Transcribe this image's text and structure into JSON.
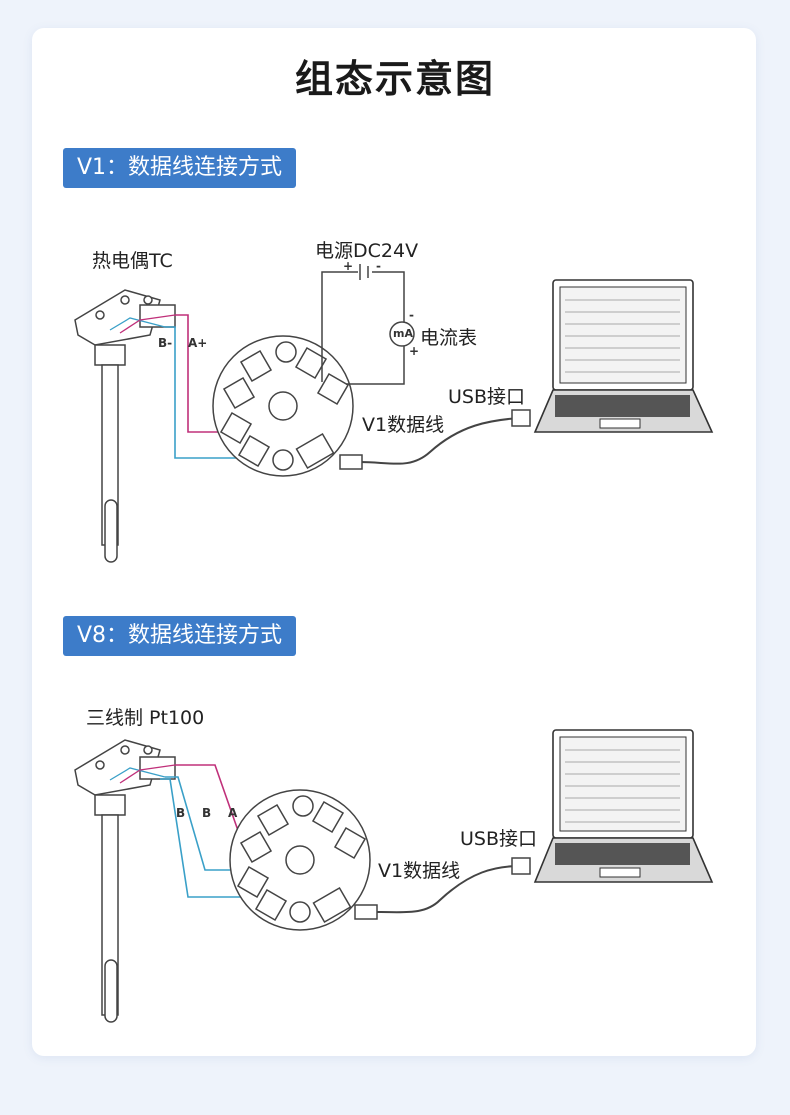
{
  "page": {
    "title": "组态示意图"
  },
  "sections": [
    {
      "tag": "V1：数据线连接方式",
      "sensor_label": "热电偶TC",
      "power_label": "电源DC24V",
      "meter_label": "电流表",
      "meter_symbol": "mA",
      "usb_label": "USB接口",
      "cable_label": "V1数据线",
      "wire_labels": [
        "B-",
        "A+"
      ],
      "polarity": [
        "+",
        "-",
        "-",
        "+"
      ]
    },
    {
      "tag": "V8：数据线连接方式",
      "sensor_label": "三线制 Pt100",
      "usb_label": "USB接口",
      "cable_label": "V1数据线",
      "wire_labels": [
        "B",
        "B",
        "A"
      ]
    }
  ],
  "colors": {
    "accent": "#3d7cc9",
    "wire_magenta": "#c0307a",
    "wire_cyan": "#3aa0c8",
    "line": "#444444"
  }
}
